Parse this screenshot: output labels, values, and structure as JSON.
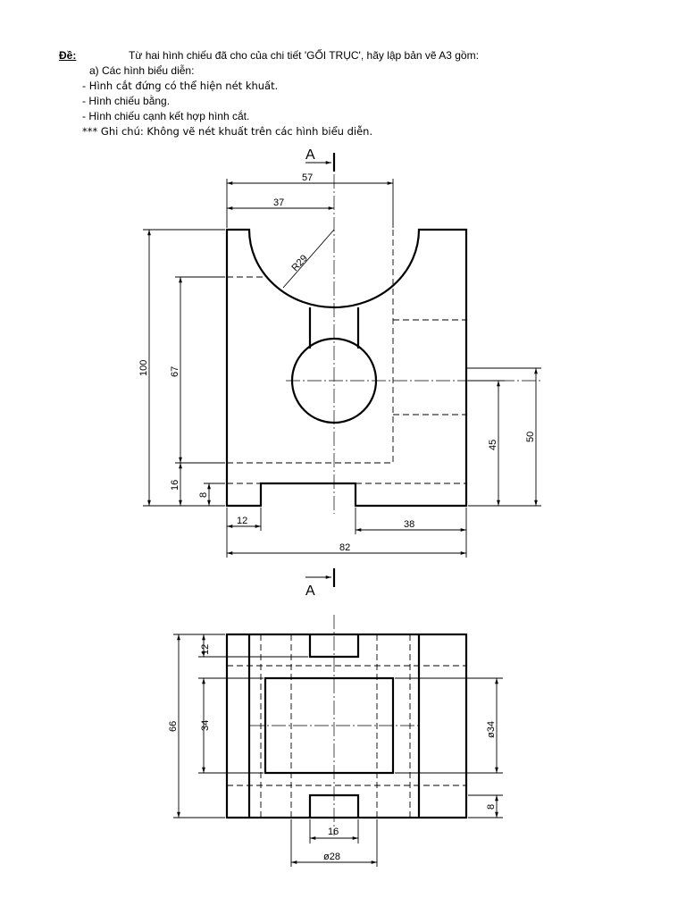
{
  "header": {
    "label": "Đề:",
    "task": "Từ hai hình chiếu đã cho của chi tiết 'GỐI TRỤC', hãy lập bản vẽ A3 gồm:",
    "section_a": "a) Các hình biểu diễn:",
    "item1": "- Hình cắt đứng có thể hiện nét khuất.",
    "item2": "- Hình chiếu bằng.",
    "item3": "- Hình chiếu cạnh kết hợp hình cắt.",
    "note": "*** Ghi chú: Không vẽ nét khuất trên các hình biểu diễn."
  },
  "section_marker": "A",
  "front_view": {
    "dims": {
      "d57": "57",
      "d37": "37",
      "r29": "R29",
      "d100": "100",
      "d67": "67",
      "d16": "16",
      "d8": "8",
      "d12": "12",
      "d38": "38",
      "d82": "82",
      "d45": "45",
      "d50": "50"
    }
  },
  "top_view": {
    "dims": {
      "d12": "12",
      "d66": "66",
      "d34": "34",
      "phi34": "ø34",
      "d8": "8",
      "d16": "16",
      "phi28": "ø28"
    }
  }
}
